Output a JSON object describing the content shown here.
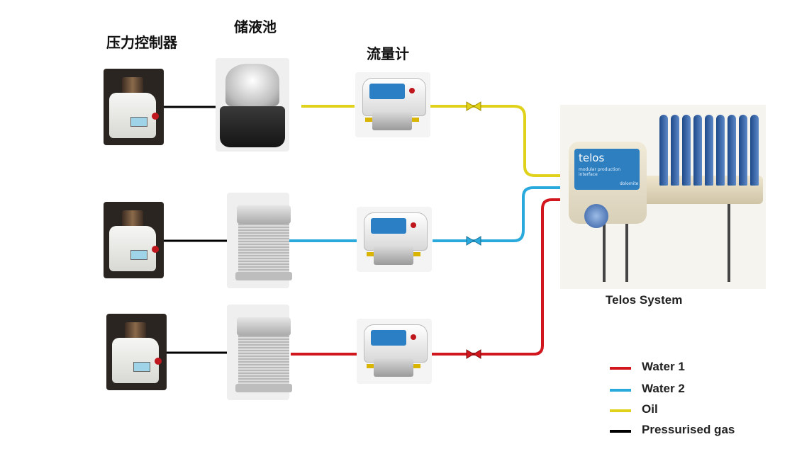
{
  "headers": {
    "pressure_controller": "压力控制器",
    "reservoir": "储液池",
    "flow_meter": "流量计"
  },
  "system_label": "Telos System",
  "telos_screen": {
    "brand": "telos",
    "subtitle": "modular production interface",
    "maker": "dolomite"
  },
  "legend": [
    {
      "label": "Water 1",
      "color": "#d2161e"
    },
    {
      "label": "Water 2",
      "color": "#2aa9dc"
    },
    {
      "label": "Oil",
      "color": "#e0d21a"
    },
    {
      "label": "Pressurised gas",
      "color": "#000000"
    }
  ],
  "colors": {
    "water1": "#d2161e",
    "water2": "#2aa9dc",
    "oil": "#e0d21a",
    "gas": "#000000"
  }
}
